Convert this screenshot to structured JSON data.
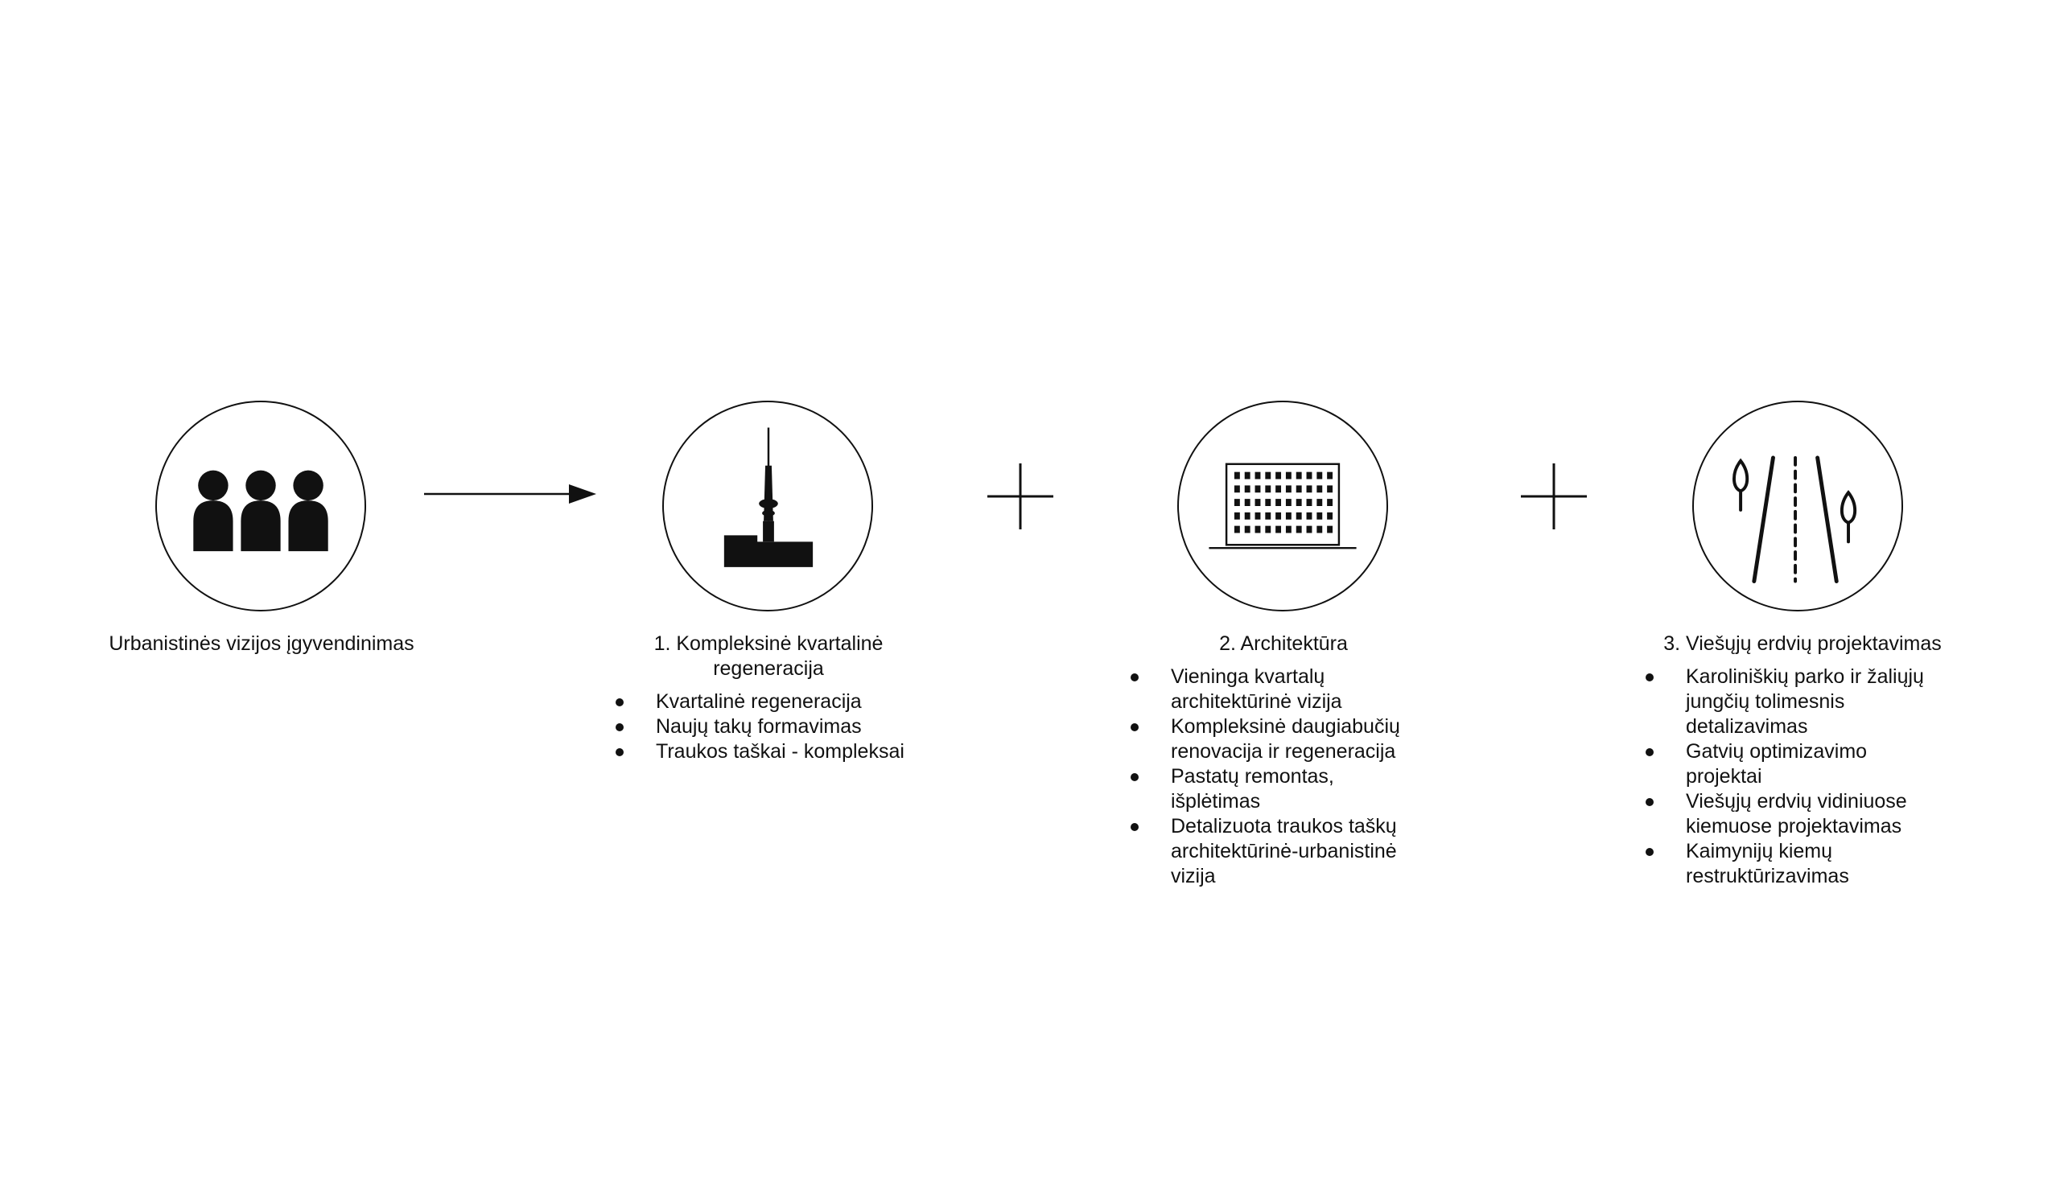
{
  "intro": {
    "label": "Urbanistinės vizijos įgyvendinimas",
    "icon": "people-icon"
  },
  "columns": [
    {
      "title": "1. Kompleksinė kvartalinė regeneracija",
      "title_lines": [
        "1. Kompleksinė kvartalinė",
        "regeneracija"
      ],
      "icon": "tv-tower-icon",
      "items": [
        [
          "Kvartalinė regeneracija"
        ],
        [
          "Naujų takų formavimas"
        ],
        [
          "Traukos taškai - kompleksai"
        ]
      ]
    },
    {
      "title": "2. Architektūra",
      "title_lines": [
        "2. Architektūra"
      ],
      "icon": "apartment-building-icon",
      "items": [
        [
          "Vieninga kvartalų",
          "architektūrinė vizija"
        ],
        [
          "Kompleksinė daugiabučių",
          "renovacija ir regeneracija"
        ],
        [
          "Pastatų remontas,",
          "išplėtimas"
        ],
        [
          "Detalizuota traukos taškų",
          "architektūrinė-urbanistinė",
          "vizija"
        ]
      ]
    },
    {
      "title": "3. Viešųjų erdvių projektavimas",
      "title_lines": [
        "3. Viešųjų erdvių projektavimas"
      ],
      "icon": "street-trees-icon",
      "items": [
        [
          "Karoliniškių parko ir žaliųjų",
          "jungčių tolimesnis",
          "detalizavimas"
        ],
        [
          "Gatvių optimizavimo",
          "projektai"
        ],
        [
          "Viešųjų erdvių vidiniuose",
          "kiemuose projektavimas"
        ],
        [
          "Kaimynijų kiemų",
          "restruktūrizavimas"
        ]
      ]
    }
  ],
  "connectors": [
    "arrow-right-icon",
    "plus-icon",
    "plus-icon"
  ],
  "colors": {
    "ink": "#111111",
    "background": "#ffffff"
  }
}
